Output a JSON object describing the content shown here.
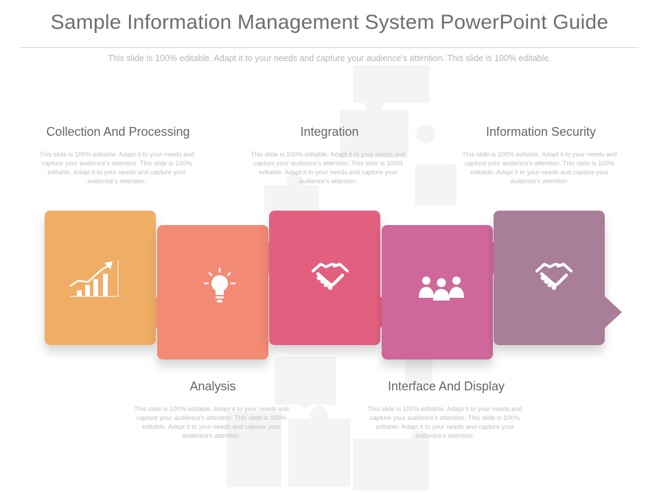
{
  "header": {
    "title": "Sample Information Management System PowerPoint Guide",
    "subtitle": "This slide is 100% editable. Adapt it to your needs and capture your audience's attention. This slide is 100% editable."
  },
  "steps": [
    {
      "title": "Collection And Processing",
      "desc": "This slide is 100% editable. Adapt it to your needs and capture your audience's attention. This slide is 100% editable. Adapt it to your needs and capture your audience's attention.",
      "color": "#f0ad66",
      "icon": "growth-chart-icon"
    },
    {
      "title": "Analysis",
      "desc": "This slide is 100% editable. Adapt it to your needs and capture your audience's attention. This slide is 100% editable. Adapt it to your needs and capture your audience's attention.",
      "color": "#f28a74",
      "icon": "lightbulb-icon"
    },
    {
      "title": "Integration",
      "desc": "This slide is 100% editable. Adapt it to your needs and capture your audience's attention. This slide is 100% editable. Adapt it to your needs and capture your audience's attention.",
      "color": "#e25f80",
      "icon": "handshake-icon"
    },
    {
      "title": "Interface And Display",
      "desc": "This slide is 100% editable. Adapt it to your needs and capture your audience's attention. This slide is 100% editable. Adapt it to your needs and capture your audience's attention.",
      "color": "#d0679a",
      "icon": "team-icon"
    },
    {
      "title": "Information Security",
      "desc": "This slide is 100% editable. Adapt it to your needs and capture your audience's attention. This slide is 100% editable. Adapt it to your needs and capture your audience's attention.",
      "color": "#a87e99",
      "icon": "handshake-icon"
    }
  ]
}
